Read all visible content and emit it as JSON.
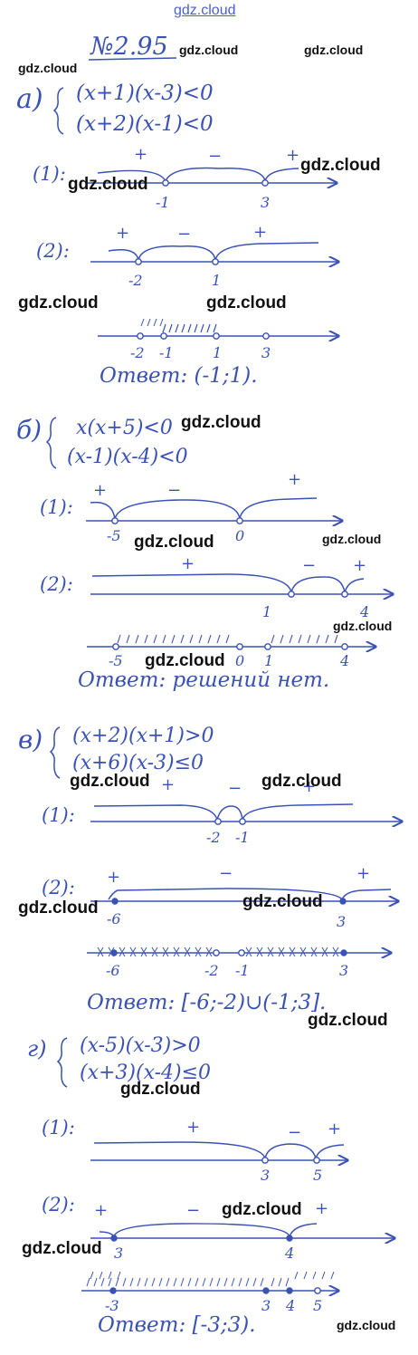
{
  "watermark": "gdz.cloud",
  "number": "№2.95",
  "a": {
    "letter": "а)",
    "ineq1": "(x+1)(x-3)<0",
    "ineq2": "(x+2)(x-1)<0",
    "label1": "(1):",
    "label2": "(2):",
    "l1_signs": [
      "+",
      "−",
      "+"
    ],
    "l1_points": [
      "-1",
      "3"
    ],
    "l2_signs": [
      "+",
      "−",
      "+"
    ],
    "l2_points": [
      "-2",
      "1"
    ],
    "l3_points": [
      "-2",
      "-1",
      "1",
      "3"
    ],
    "answer": "Ответ: (-1;1)."
  },
  "b": {
    "letter": "б)",
    "ineq1": "x(x+5)<0",
    "ineq2": "(x-1)(x-4)<0",
    "label1": "(1):",
    "label2": "(2):",
    "l1_signs": [
      "+",
      "−",
      "+"
    ],
    "l1_points": [
      "-5",
      "0"
    ],
    "l2_signs": [
      "+",
      "−",
      "+"
    ],
    "l2_points": [
      "1",
      "4"
    ],
    "l3_points": [
      "-5",
      "0",
      "1",
      "4"
    ],
    "answer": "Ответ: решений нет."
  },
  "v": {
    "letter": "в)",
    "ineq1": "(x+2)(x+1)>0",
    "ineq2": "(x+6)(x-3)≤0",
    "label1": "(1):",
    "label2": "(2):",
    "l1_signs": [
      "+",
      "−",
      "+"
    ],
    "l1_points": [
      "-2",
      "-1"
    ],
    "l2_signs": [
      "+",
      "−",
      "+"
    ],
    "l2_points": [
      "-6",
      "3"
    ],
    "l3_points": [
      "-6",
      "-2",
      "-1",
      "3"
    ],
    "answer": "Ответ: [-6;-2)∪(-1;3]."
  },
  "g": {
    "letter": "г)",
    "ineq1": "(x-5)(x-3)>0",
    "ineq2": "(x+3)(x-4)≤0",
    "label1": "(1):",
    "label2": "(2):",
    "l1_signs": [
      "+",
      "−",
      "+"
    ],
    "l1_points": [
      "3",
      "5"
    ],
    "l2_signs": [
      "+",
      "−",
      "+"
    ],
    "l2_points": [
      "3",
      "4"
    ],
    "l3_points": [
      "-3",
      "3",
      "4",
      "5"
    ],
    "answer": "Ответ: [-3;3)."
  },
  "ink_color": "#3a52b3",
  "watermark_color": "#111111"
}
